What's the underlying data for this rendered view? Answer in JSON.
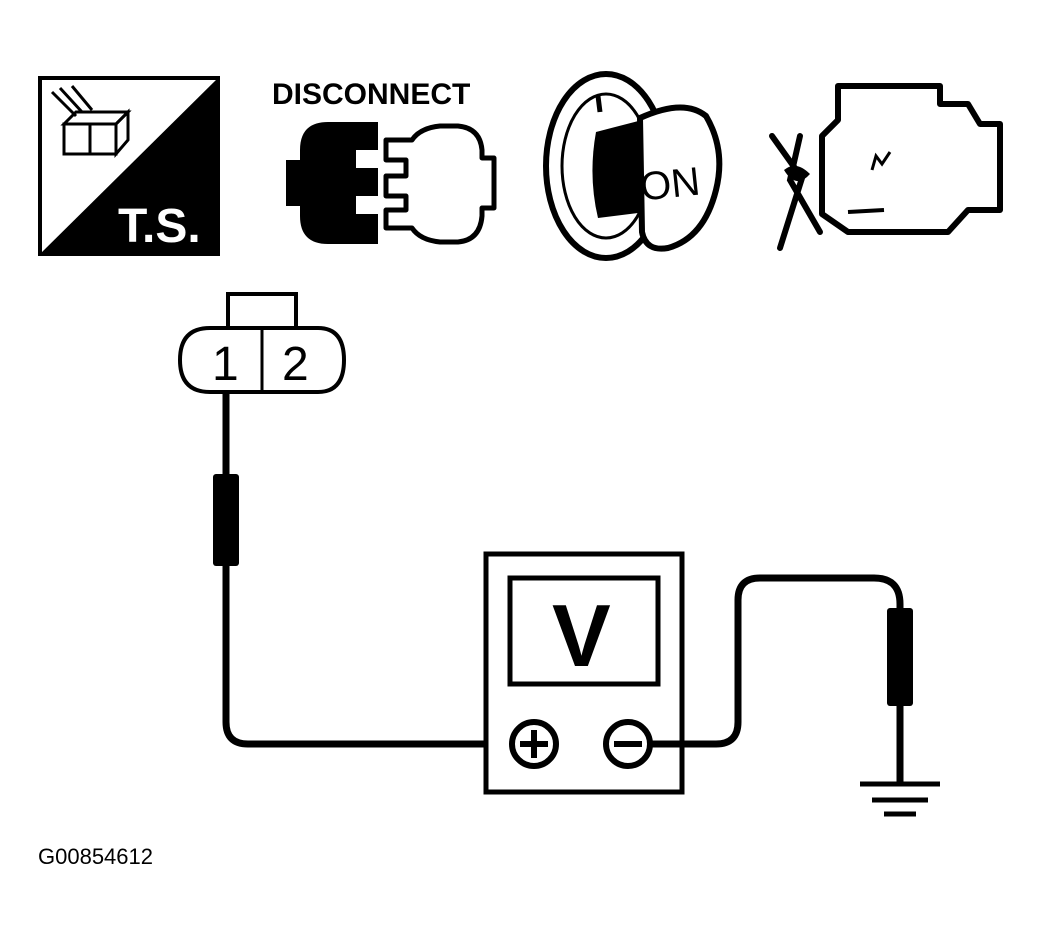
{
  "header_icons": {
    "test_symbol_label": "T.S.",
    "disconnect_label": "DISCONNECT",
    "ignition_label": "ON"
  },
  "connector": {
    "pins": [
      "1",
      "2"
    ]
  },
  "meter": {
    "unit": "V",
    "positive_symbol": "+",
    "negative_symbol": "−"
  },
  "figure_code": "G00854612",
  "colors": {
    "ink": "#000000",
    "paper": "#ffffff"
  },
  "icons": [
    "test-symbol-icon",
    "disconnect-connector-icon",
    "ignition-key-on-icon",
    "engine-off-icon",
    "ground-icon"
  ]
}
